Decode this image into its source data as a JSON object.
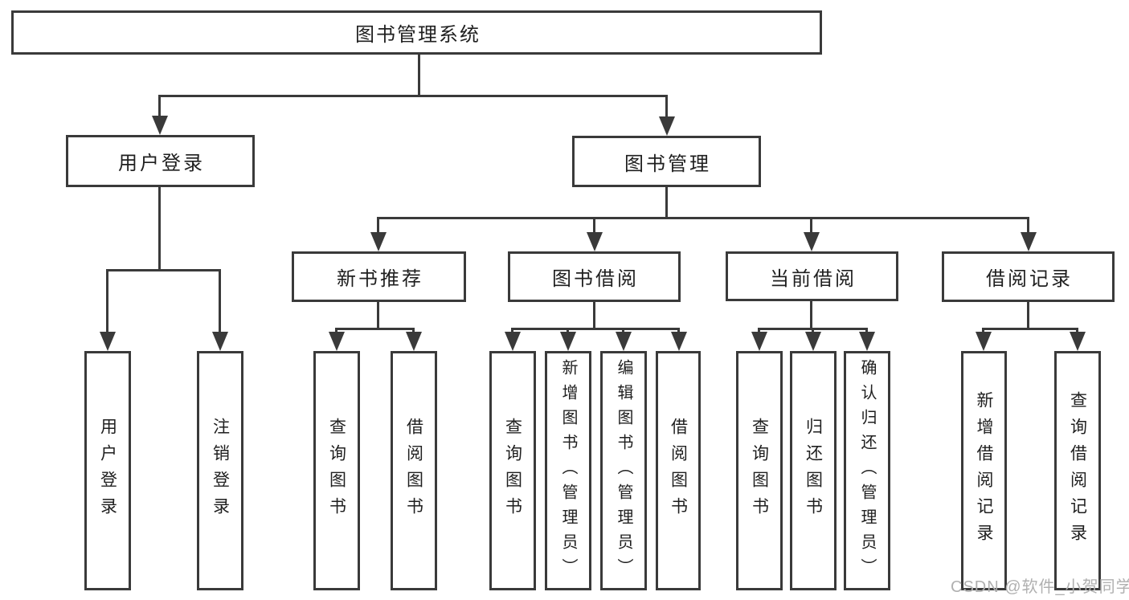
{
  "title": "图书管理系统",
  "nodes": {
    "user_login": "用户登录",
    "book_management": "图书管理",
    "new_book_recommend": "新书推荐",
    "book_borrow": "图书借阅",
    "current_borrow": "当前借阅",
    "borrow_records": "借阅记录"
  },
  "leaves": {
    "user_login": [
      "用户登录",
      "注销登录"
    ],
    "new_book_recommend": [
      "查询图书",
      "借阅图书"
    ],
    "book_borrow": [
      "查询图书",
      "新增图书（管理员）",
      "编辑图书（管理员）",
      "借阅图书"
    ],
    "current_borrow": [
      "查询图书",
      "归还图书",
      "确认归还（管理员）"
    ],
    "borrow_records": [
      "新增借阅记录",
      "查询借阅记录"
    ]
  },
  "watermark": "CSDN @软件_小贺同学",
  "colors": {
    "line": "#3a3a3a",
    "text": "#1f1f1f",
    "watermark": "#b0b0b0",
    "background": "#ffffff"
  }
}
